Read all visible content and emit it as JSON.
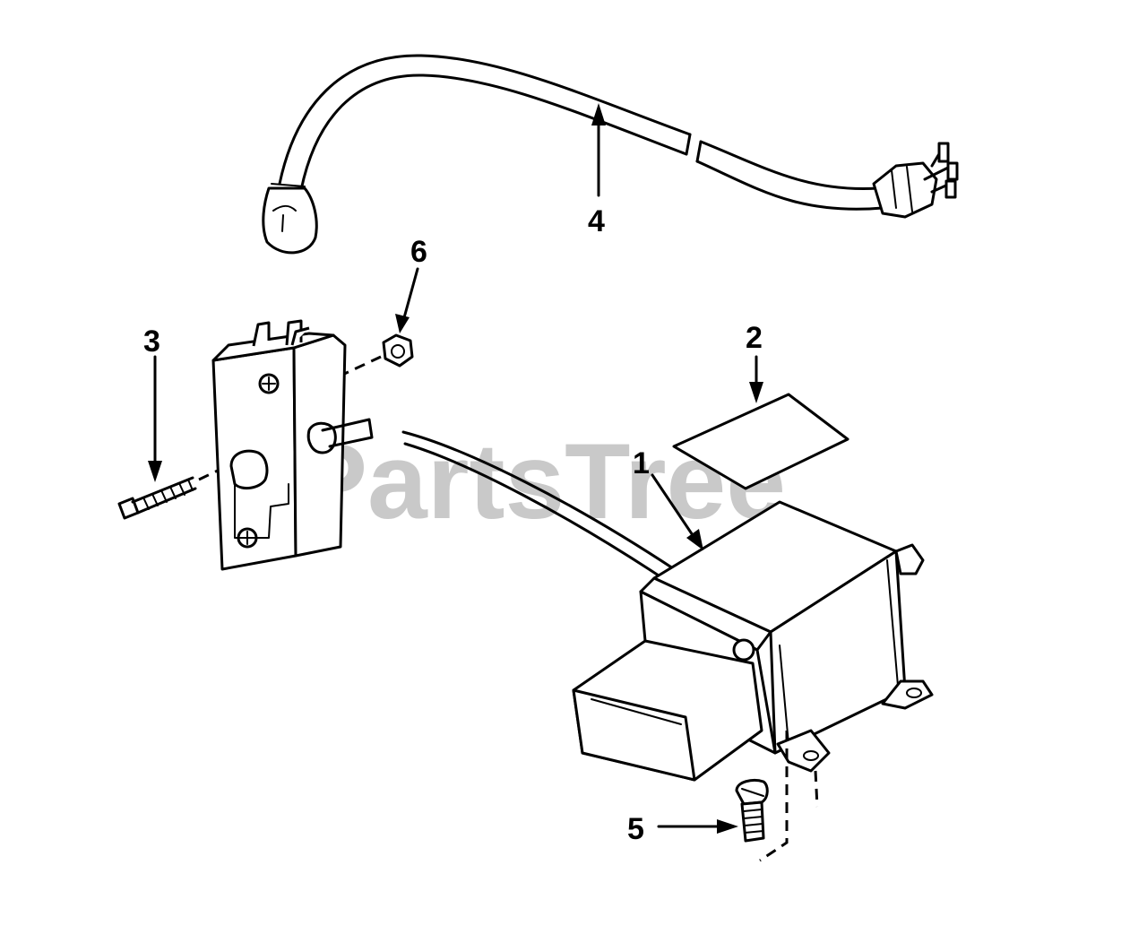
{
  "watermark": "PartsTree",
  "callouts": [
    {
      "id": "1",
      "label": "1"
    },
    {
      "id": "2",
      "label": "2"
    },
    {
      "id": "3",
      "label": "3"
    },
    {
      "id": "4",
      "label": "4"
    },
    {
      "id": "5",
      "label": "5"
    },
    {
      "id": "6",
      "label": "6"
    }
  ]
}
